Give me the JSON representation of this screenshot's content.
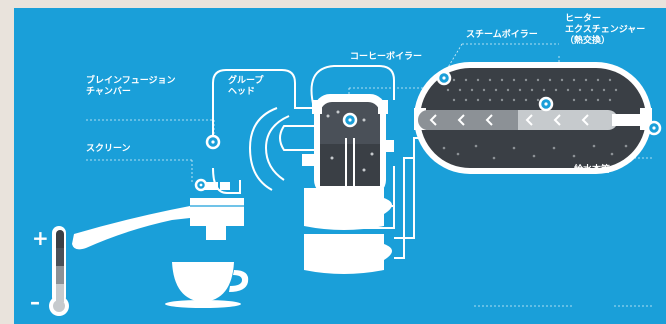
{
  "labels": {
    "brew_chamber": "ブレインフュージョン\nチャンバー",
    "group_head": "グループ\nヘッド",
    "screen": "スクリーン",
    "coffee_boiler": "コーヒーボイラー",
    "steam_boiler": "スチームボイラー",
    "heat_exchanger": "ヒーター\nエクスチェンジャー\n（熱交換）",
    "water_inlet": "給水本管"
  },
  "thermometer": {
    "plus": "+",
    "minus": "–"
  },
  "colors": {
    "background": "#1a9fd9",
    "surround": "#e9e3dc",
    "line": "#ffffff",
    "dark": "#3a3f45",
    "dark_panel": "#4a5058",
    "mid_gray": "#8c9196",
    "light_gray": "#c6cacd"
  }
}
